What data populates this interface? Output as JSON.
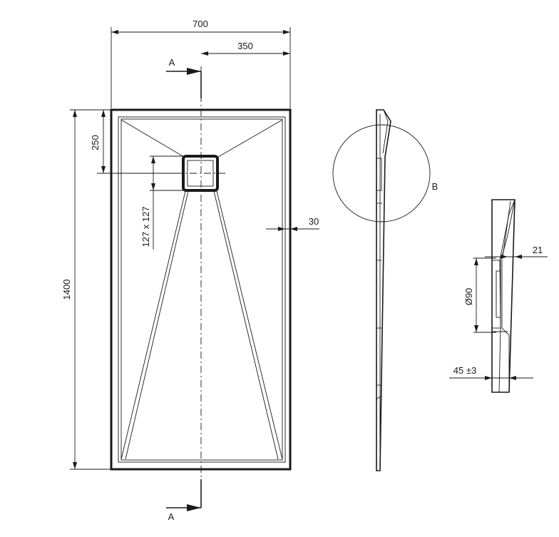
{
  "dimensions": {
    "width": "700",
    "half_width": "350",
    "length": "1400",
    "drain_offset": "250",
    "drain_size": "127 x 127",
    "rim_width": "30",
    "drain_diameter": "Ø90",
    "edge_depth": "21",
    "thickness": "45 ±3"
  },
  "labels": {
    "section_top": "A",
    "section_bottom": "A",
    "detail": "B"
  }
}
